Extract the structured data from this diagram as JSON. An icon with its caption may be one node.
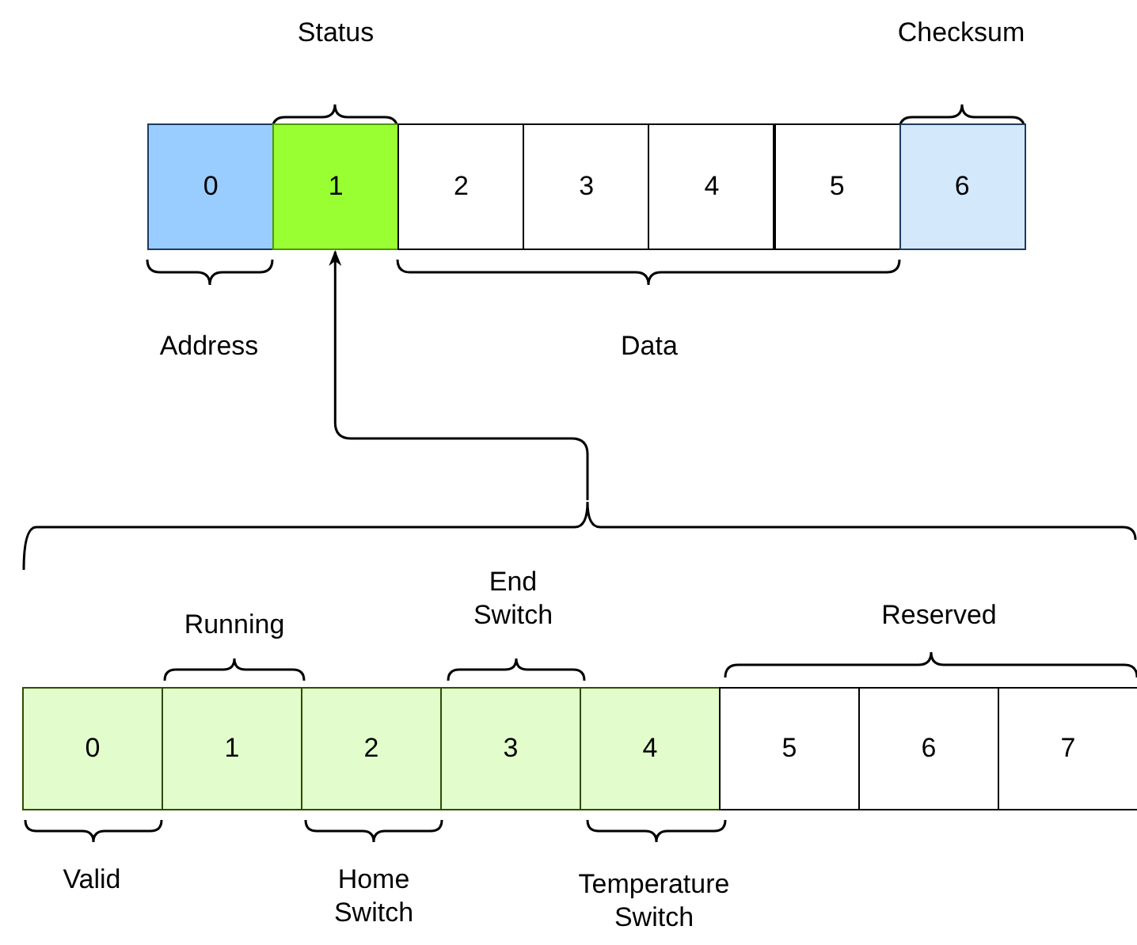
{
  "diagram": {
    "nodes": [
      {
        "text": [
          "0"
        ]
      },
      {
        "text": [
          "1"
        ]
      },
      {
        "text": [
          "2"
        ]
      },
      {
        "text": [
          "3"
        ]
      },
      {
        "text": [
          "4"
        ]
      },
      {
        "text": [
          "5"
        ]
      },
      {
        "text": [
          "6"
        ]
      },
      {
        "text": [
          "0"
        ]
      },
      {
        "text": [
          "1"
        ]
      },
      {
        "text": [
          "2"
        ]
      },
      {
        "text": [
          "3"
        ]
      },
      {
        "text": [
          "4"
        ]
      },
      {
        "text": [
          "5"
        ]
      },
      {
        "text": [
          "6"
        ]
      },
      {
        "text": [
          "7"
        ]
      },
      {
        "text": [],
        "shape": "bracket"
      }
    ],
    "edges": [
      {
        "from": 15,
        "to": 1,
        "arrow": "to"
      }
    ],
    "labels": [
      "Status",
      "Checksum",
      "Address",
      "Data",
      "End Switch",
      "Running",
      "Reserved",
      "Valid",
      "Home Switch",
      "Temperature Switch"
    ]
  }
}
